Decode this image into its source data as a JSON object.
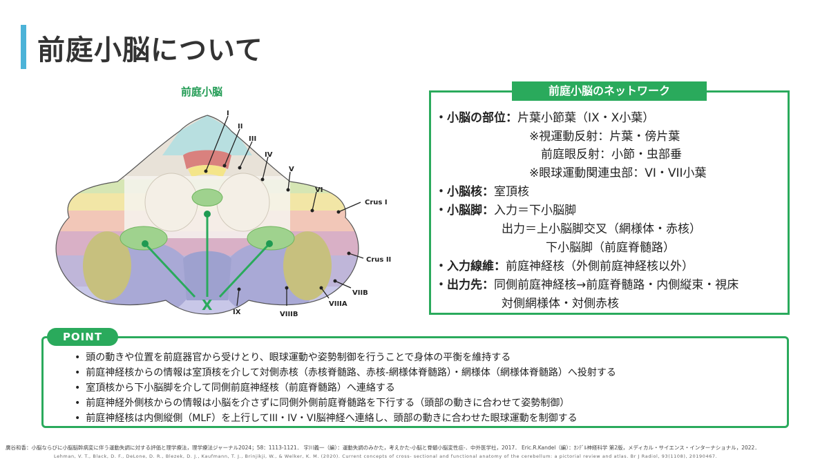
{
  "title": "前庭小脳について",
  "figure": {
    "caption": "前庭小脳",
    "labels": {
      "I": "I",
      "II": "II",
      "III": "III",
      "IV": "IV",
      "V": "V",
      "VI": "VI",
      "crus1": "Crus I",
      "crus2": "Crus II",
      "viib": "VIIB",
      "viiia": "VIIIA",
      "viiib": "VIIIB",
      "ix": "IX",
      "x": "X"
    },
    "colors": {
      "accent": "#2aaa5c",
      "highlight": "#1f9a52"
    }
  },
  "network": {
    "heading": "前庭小脳のネットワーク",
    "lines": [
      {
        "key": "・小脳の部位：",
        "value": "片葉小節葉（IX・Ⅹ小葉）"
      },
      {
        "key": "",
        "value": "※視運動反射：片葉・傍片葉"
      },
      {
        "key": "",
        "value": "前庭眼反射：小節・虫部垂"
      },
      {
        "key": "",
        "value": "※眼球運動関連虫部：VI・VII小葉"
      },
      {
        "key": "・小脳核：",
        "value": "室頂核"
      },
      {
        "key": "・小脳脚：",
        "value": "入力＝下小脳脚"
      },
      {
        "key": "",
        "value": "出力＝上小脳脚交叉（網様体・赤核）"
      },
      {
        "key": "",
        "value": "下小脳脚（前庭脊髄路）"
      },
      {
        "key": "・入力線維：",
        "value": "前庭神経核（外側前庭神経核以外）"
      },
      {
        "key": "・出力先：",
        "value": "同側前庭神経核→前庭脊髄路・内側縦束・視床"
      },
      {
        "key": "",
        "value": "対側網様体・対側赤核"
      }
    ]
  },
  "point": {
    "tab": "POINT",
    "items": [
      "頭の動きや位置を前庭器官から受けとり、眼球運動や姿勢制御を行うことで身体の平衡を維持する",
      "前庭神経核からの情報は室頂核を介して対側赤核（赤核脊髄路、赤核-網様体脊髄路）・網様体（網様体脊髄路）へ投射する",
      "室頂核から下小脳脚を介して同側前庭神経核（前庭脊髄路）へ連絡する",
      "前庭神経外側核からの情報は小脳を介さずに同側外側前庭脊髄路を下行する（頭部の動きに合わせて姿勢制御）",
      "前庭神経核は内側縦側（MLF）を上行してIII・IV・VI脳神経へ連絡し、頭部の動きに合わせた眼球運動を制御する"
    ]
  },
  "references": {
    "line1": "廣谷和香：小脳ならびに小脳脳幹病変に伴う運動失調に対する評価と理学療法，理学療法ジャーナル2024；58：1113-1121． 宇川義一（編）：運動失調のみかた，考えかた-小脳と脊髄小脳変性症-．中外医学社，2017． Eric.R.Kandel（編）：ｶﾝﾃﾞﾙ神経科学 第2版，メディカル・サイエンス・インターナショナル，2022．",
    "line2": "Lehman, V. T., Black, D. F., DeLone, D. R., Blezek, D. J., Kaufmann, T. J., Brinjikji, W., & Welker, K. M. (2020). Current concepts of cross- sectional and functional anatomy of the cerebellum: a pictorial review and atlas. Br J Radiol, 93(1108), 20190467."
  }
}
